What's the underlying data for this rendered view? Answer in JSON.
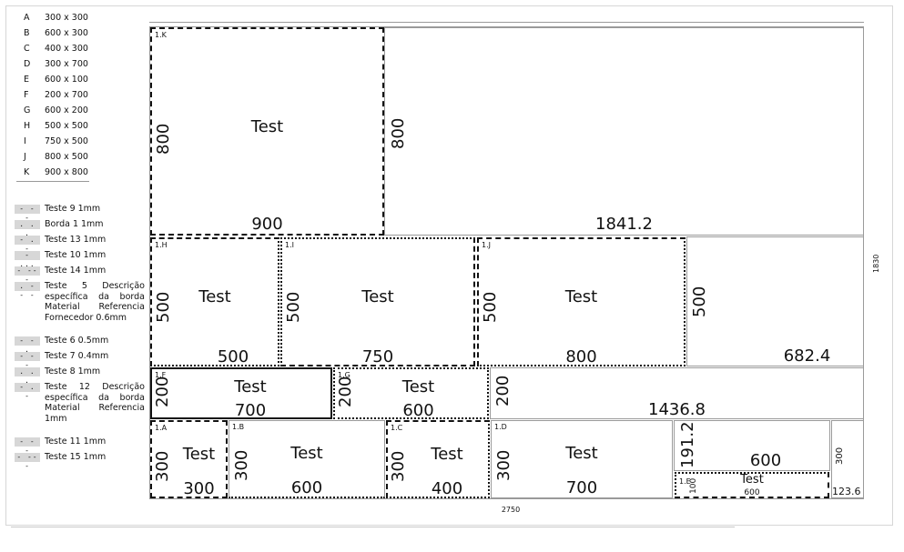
{
  "legend": [
    {
      "letter": "A",
      "dims": "300 x 300"
    },
    {
      "letter": "B",
      "dims": "600 x 300"
    },
    {
      "letter": "C",
      "dims": "400 x 300"
    },
    {
      "letter": "D",
      "dims": "300 x 700"
    },
    {
      "letter": "E",
      "dims": "600 x 100"
    },
    {
      "letter": "F",
      "dims": "200 x 700"
    },
    {
      "letter": "G",
      "dims": "600 x 200"
    },
    {
      "letter": "H",
      "dims": "500 x 500"
    },
    {
      "letter": "I",
      "dims": "750 x 500"
    },
    {
      "letter": "J",
      "dims": "800 x 500"
    },
    {
      "letter": "K",
      "dims": "900 x 800"
    }
  ],
  "edges": [
    {
      "pattern": "- - -",
      "name": "Teste 9  1mm"
    },
    {
      "pattern": ". . .",
      "name": "Borda 1  1mm"
    },
    {
      "pattern": "- . -",
      "name": "Teste 13  1mm"
    },
    {
      "pattern": "- ...",
      "name": "Teste 10  1mm"
    },
    {
      "pattern": "- ---",
      "name": "Teste 14  1mm"
    },
    {
      "pattern": ". - - -",
      "name": "Teste 5 Descrição específica da borda Material Referencia Fornecedor 0.6mm"
    },
    {
      "pattern": "- - .",
      "name": "Teste 6  0.5mm"
    },
    {
      "pattern": "- - -",
      "name": "Teste 7  0.4mm"
    },
    {
      "pattern": ". . .",
      "name": "Teste 8  1mm"
    },
    {
      "pattern": "- . -",
      "name": "Teste 12 Descrição específica da borda Material Referencia 1mm"
    },
    {
      "pattern": "- - -",
      "name": "Teste 11  1mm"
    },
    {
      "pattern": "- ---",
      "name": "Teste 15  1mm"
    }
  ],
  "sheet": {
    "width_label": "2750",
    "height_label": "1830"
  },
  "pieces": {
    "K": {
      "tag": "1.K",
      "text": "Test",
      "w": "900",
      "h": "800"
    },
    "H": {
      "tag": "1.H",
      "text": "Test",
      "w": "500",
      "h": "500"
    },
    "I": {
      "tag": "1.I",
      "text": "Test",
      "w": "750",
      "h": "500"
    },
    "J": {
      "tag": "1.J",
      "text": "Test",
      "w": "800",
      "h": "500"
    },
    "F": {
      "tag": "1.F",
      "text": "Test",
      "w": "700",
      "h": "200"
    },
    "G": {
      "tag": "1.G",
      "text": "Test",
      "w": "600",
      "h": "200"
    },
    "A": {
      "tag": "1.A",
      "text": "Test",
      "w": "300",
      "h": "300"
    },
    "B": {
      "tag": "1.B",
      "text": "Test",
      "w": "600",
      "h": "300"
    },
    "C": {
      "tag": "1.C",
      "text": "Test",
      "w": "400",
      "h": "300"
    },
    "D": {
      "tag": "1.D",
      "text": "Test",
      "w": "700",
      "h": "300"
    },
    "E": {
      "tag": "1.E",
      "text": "Test",
      "w": "600",
      "h": "100"
    }
  },
  "waste": {
    "top_right": {
      "w": "1841.2",
      "h": "800"
    },
    "row2_right": {
      "w": "682.4",
      "h": "500"
    },
    "row3_right": {
      "w": "1436.8",
      "h": "200"
    },
    "row4_mid": {
      "w": "600",
      "h": "191.2"
    },
    "row4_right": {
      "w": "123.6",
      "h": "300"
    }
  }
}
